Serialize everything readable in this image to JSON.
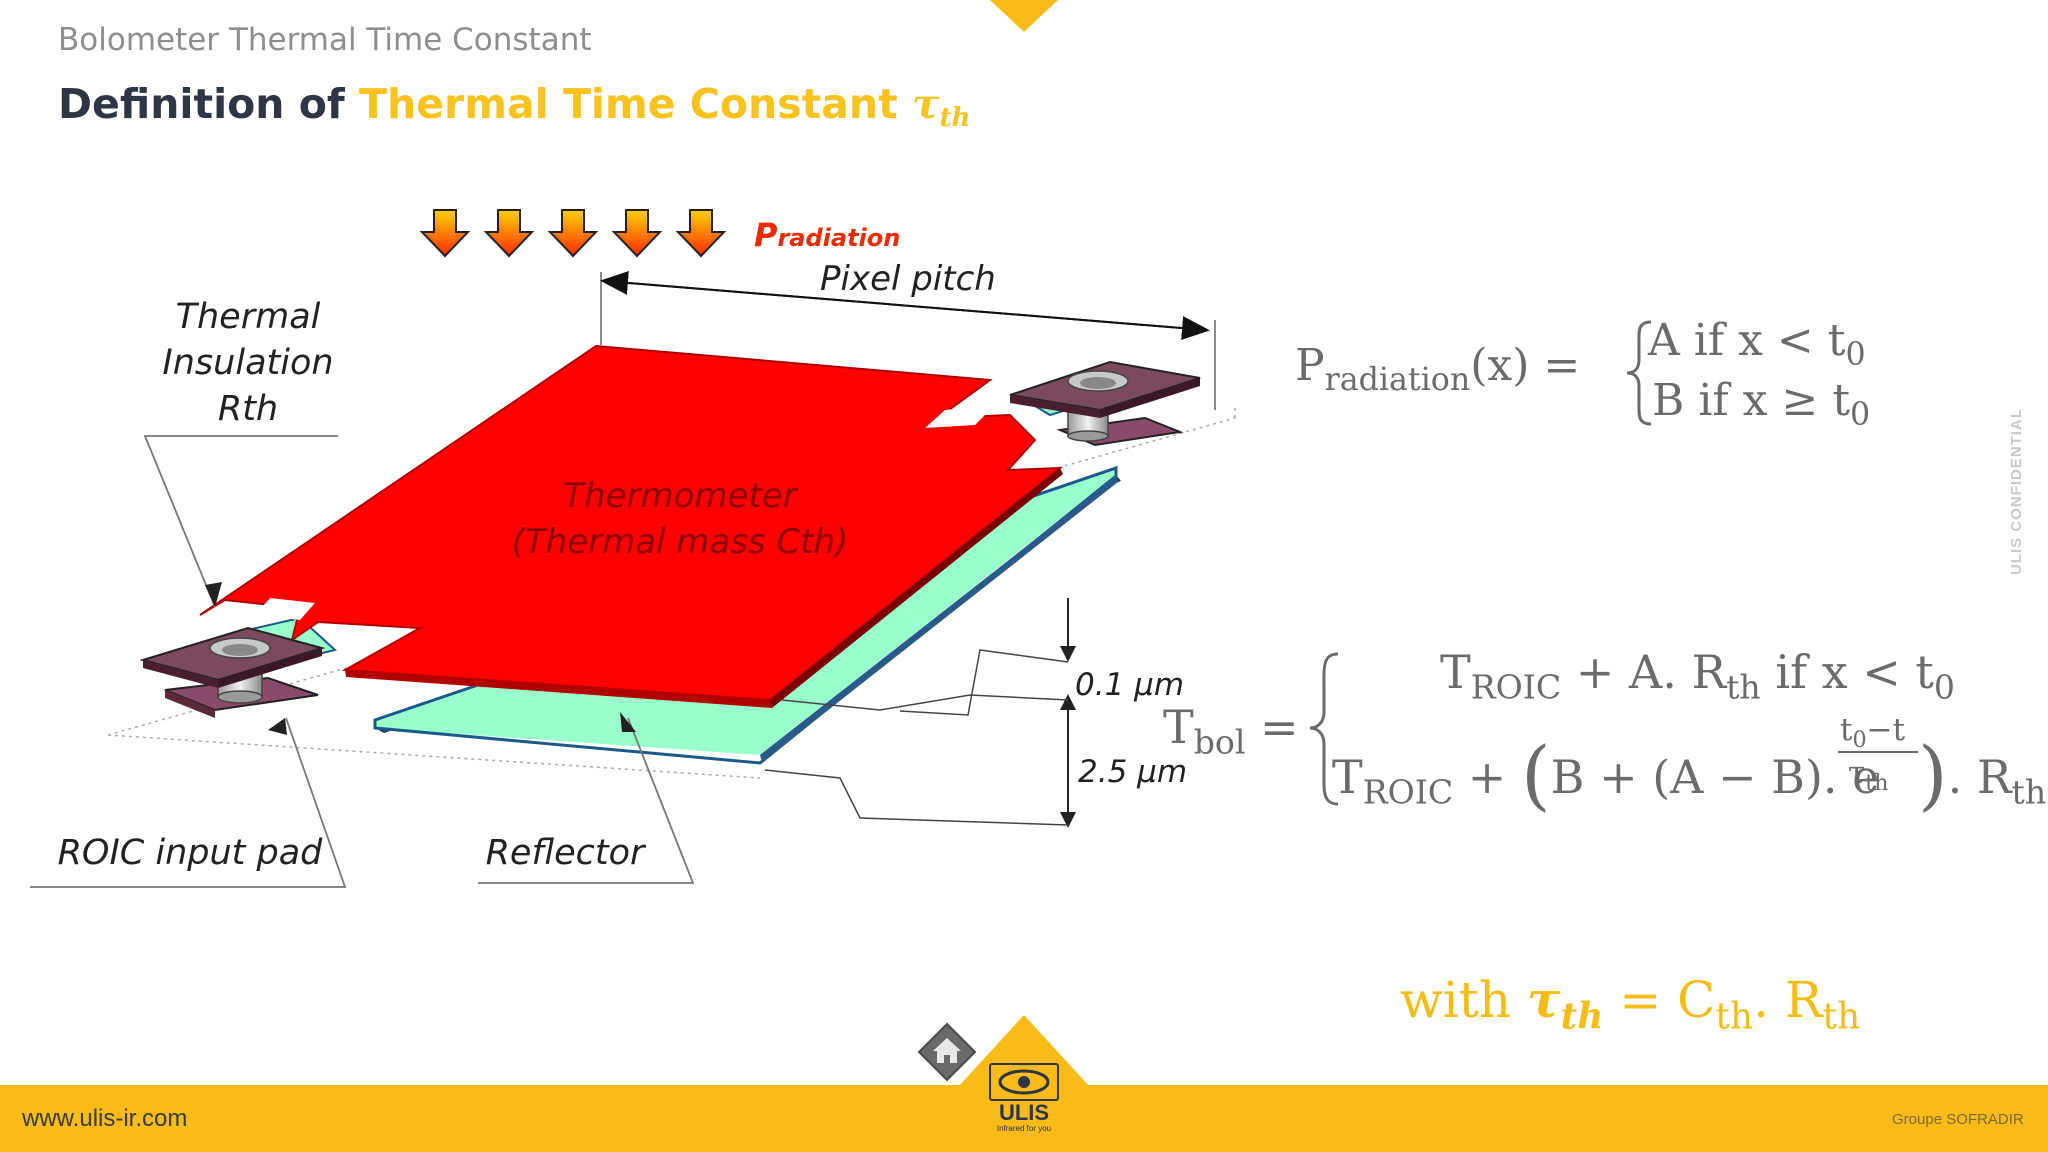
{
  "header": {
    "subtitle": "Bolometer Thermal Time Constant",
    "title_prefix": "Definition of ",
    "title_highlight": "Thermal Time Constant ",
    "title_symbol": "τ",
    "title_symbol_sub": "th"
  },
  "diagram": {
    "radiation_label_main": "P",
    "radiation_label_sub": "radiation",
    "pixel_pitch_label": "Pixel pitch",
    "thermal_insulation_lines": [
      "Thermal",
      "Insulation",
      "Rth"
    ],
    "thermometer_lines": [
      "Thermometer",
      "(Thermal mass Cth)"
    ],
    "gap_01_label": "0.1 µm",
    "gap_25_label": "2.5 µm",
    "roic_label": "ROIC input pad",
    "reflector_label": "Reflector",
    "arrow_count": 5
  },
  "equations": {
    "eq1": {
      "lhs": "P",
      "lhs_sub": "radiation",
      "lhs_arg": "(x) =",
      "case_a": "A if  x < t",
      "case_a_sub": "0",
      "case_b": "B if x ≥ t",
      "case_b_sub": "0"
    },
    "eq2": {
      "lhs": "T",
      "lhs_sub": "bol",
      "lhs_eq": "=",
      "line1_T": "T",
      "line1_T_sub": "ROIC",
      "line1_mid": " + A. R",
      "line1_R_sub": "th",
      "line1_cond": " if  x < t",
      "line1_cond_sub": "0",
      "line2_T": "T",
      "line2_T_sub": "ROIC",
      "line2_mid": " + ",
      "line2_inner": "B + (A − B). e",
      "exp_num": "t",
      "exp_num_sub": "0",
      "exp_num_rest": "−t",
      "exp_den": "τ",
      "exp_den_sub": "th",
      "line2_tail": ". R",
      "line2_tail_sub": "th"
    },
    "with": {
      "prefix": "with ",
      "tau": "τ",
      "tau_sub": "th",
      "rhs": " = C",
      "rhs_sub": "th",
      "rhs2": ". R",
      "rhs2_sub": "th"
    }
  },
  "footer": {
    "website": "www.ulis-ir.com",
    "brand": "ULIS",
    "tagline": "Infrared for you",
    "group": "Groupe SOFRADIR",
    "confidential": "ULIS CONFIDENTIAL"
  },
  "colors": {
    "accent": "#f8bb17",
    "title_dark": "#2e3545",
    "thermometer": "#ff0000",
    "reflector": "#99ffcc",
    "pad": "#7a4a5e",
    "equation_gray": "#6b6b6b"
  }
}
